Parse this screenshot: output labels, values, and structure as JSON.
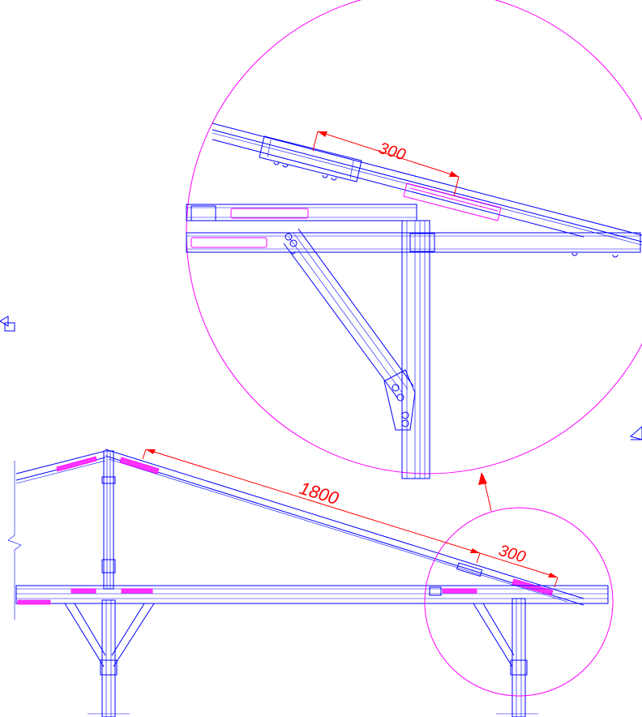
{
  "dimensions": {
    "detail_top": "300",
    "main_span": "1800",
    "main_end": "300"
  },
  "colors": {
    "structure": "#0000ff",
    "detail_circle": "#ff00ff",
    "dimension": "#ff0000"
  }
}
